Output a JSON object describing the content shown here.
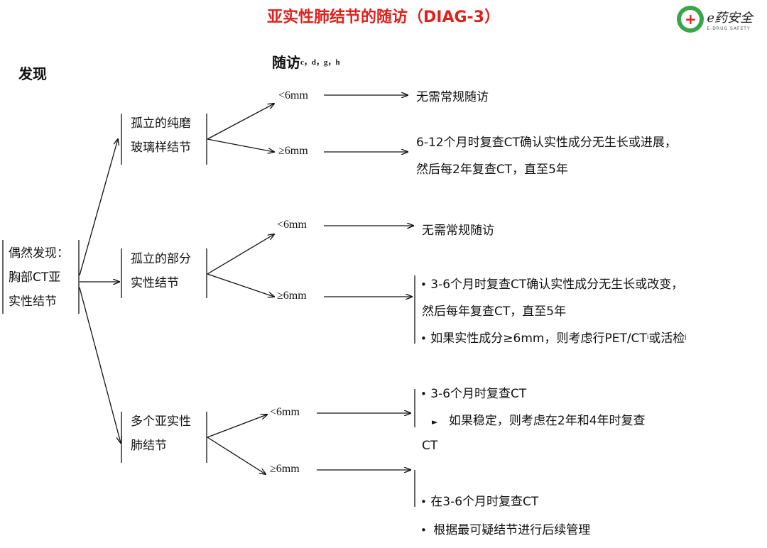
{
  "title": "亚实性肺结节的随访（DIAG-3）",
  "logo": {
    "name": "e药安全",
    "subtitle": "E-DRUG SAFETY"
  },
  "headers": {
    "finding": "发现",
    "followup": "随访",
    "followup_sup": "c，d，g，h"
  },
  "root": {
    "lines": [
      "偶然发现：",
      "胸部CT亚",
      "实性结节"
    ]
  },
  "branches": [
    {
      "lines": [
        "孤立的纯磨",
        "玻璃样结节"
      ],
      "small": {
        "size": "<6mm",
        "items": [
          "无需常规随访"
        ]
      },
      "large": {
        "size": "≥6mm",
        "items": [
          "6-12个月时复查CT确认实性成分无生长或进展，",
          "然后每2年复查CT，直至5年"
        ]
      }
    },
    {
      "lines": [
        "孤立的部分",
        "实性结节"
      ],
      "small": {
        "size": "<6mm",
        "items": [
          "无需常规随访"
        ]
      },
      "large": {
        "size": "≥6mm",
        "items": [
          "3-6个月时复查CT确认实性成分无生长或改变，",
          "然后每年复查CT，直至5年",
          "如果实性成分≥6mm，则考虑行PET/CT",
          "或活检"
        ],
        "sups": [
          "i",
          "j"
        ]
      }
    },
    {
      "lines": [
        "多个亚实性",
        "肺结节"
      ],
      "small": {
        "size": "<6mm",
        "items": [
          "3-6个月时复查CT",
          "如果稳定，则考虑在2年和4年时复查",
          "CT"
        ]
      },
      "large": {
        "size": "≥6mm",
        "items": [
          "在3-6个月时复查CT",
          "根据最可疑结节进行后续管理"
        ]
      }
    }
  ],
  "bullet_char": "•",
  "triangle_char": "►"
}
